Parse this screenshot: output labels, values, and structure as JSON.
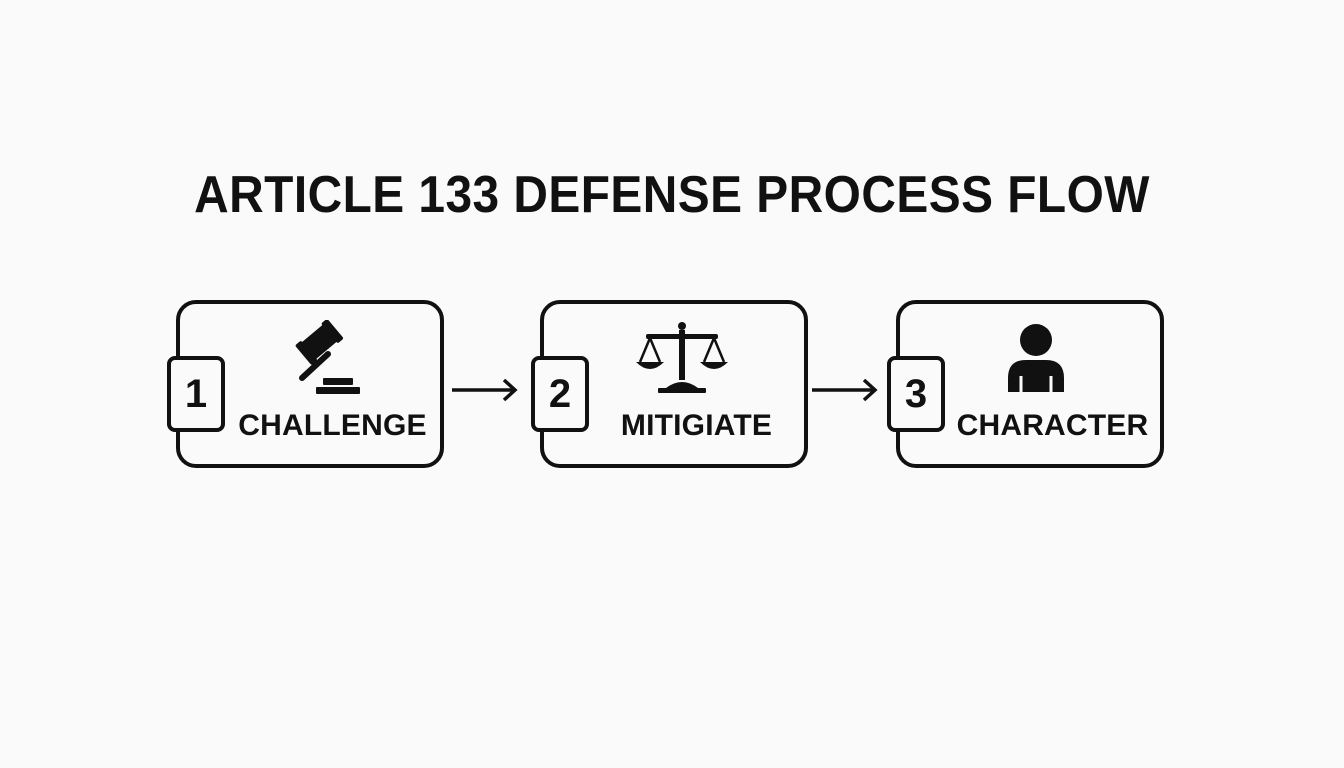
{
  "title": "ARTICLE 133 DEFENSE PROCESS FLOW",
  "steps": [
    {
      "number": "1",
      "label": "CHALLENGE",
      "icon": "gavel-icon"
    },
    {
      "number": "2",
      "label": "MITIGIATE",
      "icon": "scales-icon"
    },
    {
      "number": "3",
      "label": "CHARACTER",
      "icon": "person-icon"
    }
  ],
  "colors": {
    "background": "#fafafa",
    "ink": "#111111"
  }
}
